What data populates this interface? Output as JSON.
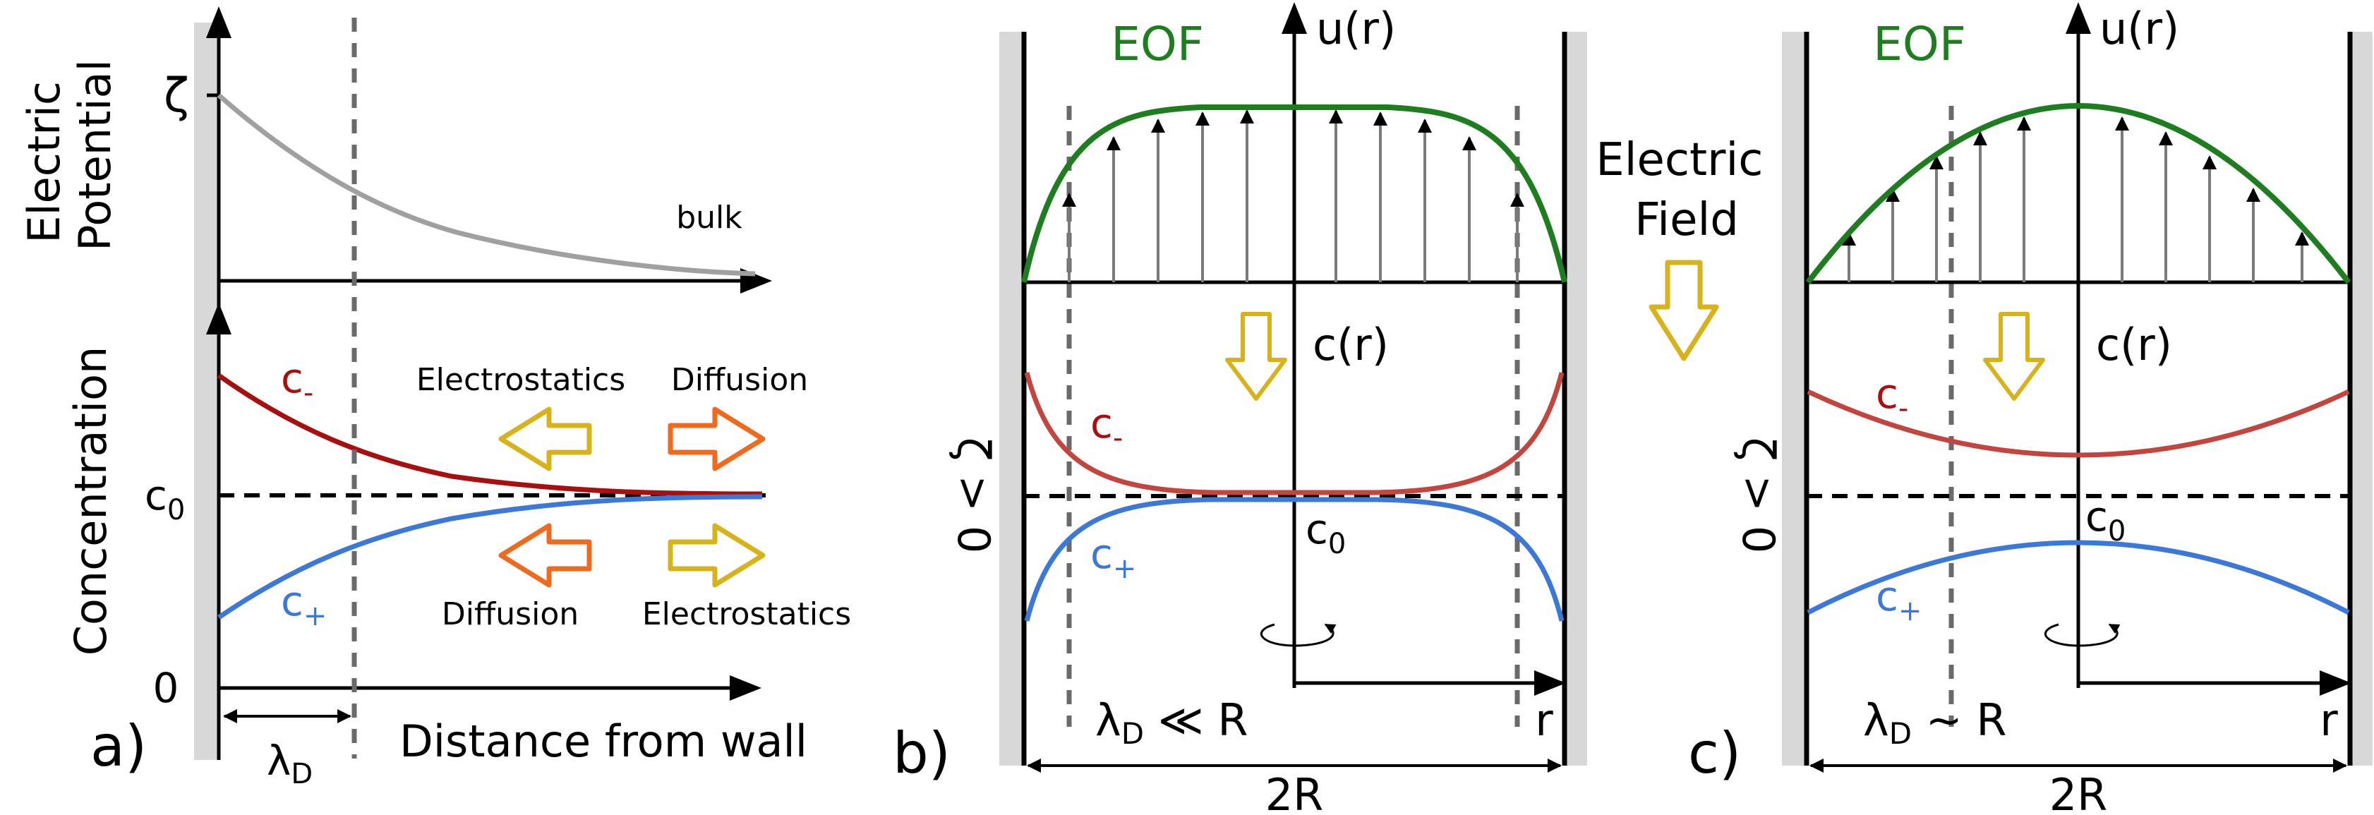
{
  "panel_a": {
    "label": "a)",
    "y_label_top_1": "Electric",
    "y_label_top_2": "Potential",
    "zeta": "ζ",
    "bulk": "bulk",
    "y_label_bottom": "Concentration",
    "c_minus": "c",
    "c_minus_sub": "-",
    "c_plus": "c",
    "c_plus_sub": "+",
    "c0": "c",
    "c0_sub": "0",
    "zero": "0",
    "electrostatics_top": "Electrostatics",
    "diffusion_top": "Diffusion",
    "diffusion_bottom": "Diffusion",
    "electrostatics_bottom": "Electrostatics",
    "x_label": "Distance from wall",
    "lambda": "λ",
    "lambda_sub": "D"
  },
  "panel_b": {
    "label": "b)",
    "eof": "EOF",
    "u_axis": "u(r)",
    "c_axis": "c(r)",
    "c_minus": "c",
    "c_minus_sub": "-",
    "c_plus": "c",
    "c_plus_sub": "+",
    "c0": "c",
    "c0_sub": "0",
    "zeta_cond": "ζ > 0",
    "lambda": "λ",
    "lambda_sub": "D",
    "relation": " ≪ R",
    "r": "r",
    "two_r": "2R"
  },
  "middle": {
    "field_1": "Electric",
    "field_2": "Field"
  },
  "panel_c": {
    "label": "c)",
    "eof": "EOF",
    "u_axis": "u(r)",
    "c_axis": "c(r)",
    "c_minus": "c",
    "c_minus_sub": "-",
    "c_plus": "c",
    "c_plus_sub": "+",
    "c0": "c",
    "c0_sub": "0",
    "zeta_cond": "ζ > 0",
    "lambda": "λ",
    "lambda_sub": "D",
    "relation": " ~ R",
    "r": "r",
    "two_r": "2R"
  },
  "colors": {
    "eof_green": "#1e7d1e",
    "c_minus_red": "#a80f0f",
    "c_minus_red_light": "#c2463e",
    "c_plus_blue": "#3b78d8",
    "potential_gray": "#a0a0a0",
    "electrostatics_yellow": "#d8b21a",
    "diffusion_orange": "#f06a1d",
    "wall_gray": "#d8d8d8"
  }
}
